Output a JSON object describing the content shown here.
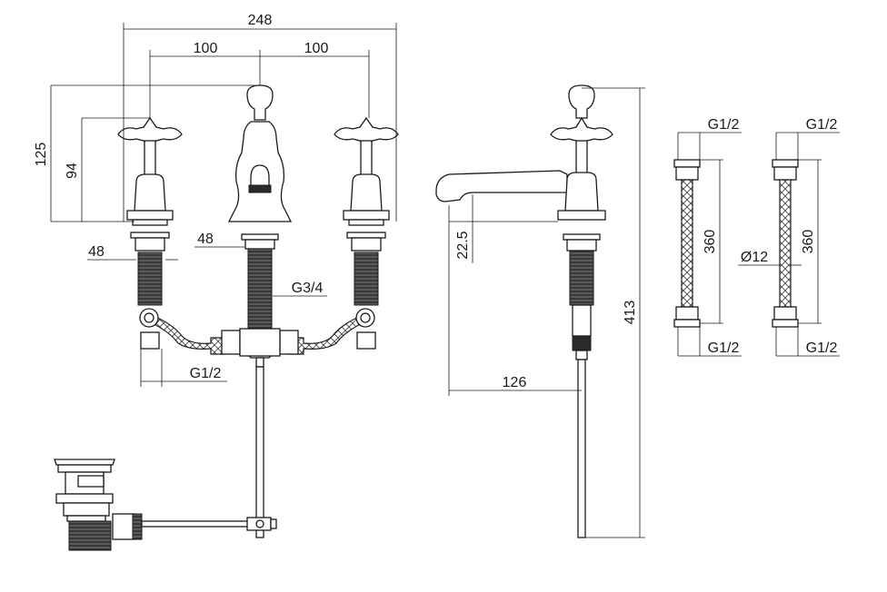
{
  "dimensions": {
    "overall_width": "248",
    "spacing_left": "100",
    "spacing_right": "100",
    "height_total": "125",
    "height_handle": "94",
    "spacing_48_left": "48",
    "spacing_48_center": "48",
    "thread_center": "G3/4",
    "thread_bottom": "G1/2",
    "spout_height": "22.5",
    "spout_reach": "126",
    "overall_height": "413",
    "hose_top_a": "G1/2",
    "hose_length_a": "360",
    "hose_bottom_a": "G1/2",
    "hose_top_b": "G1/2",
    "hose_diameter": "Ø12",
    "hose_length_b": "360",
    "hose_bottom_b": "G1/2"
  }
}
